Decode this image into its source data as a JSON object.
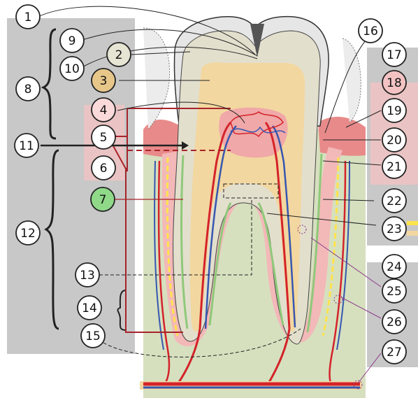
{
  "colors": {
    "panel_gray": "#c8c8c8",
    "bone_green": "#d6e0bf",
    "enamel": "#e7e7e7",
    "dentin": "#e8e4d6",
    "pulp": "#f2d7a0",
    "gum": "#f0a8a8",
    "artery": "#d4232a",
    "vein": "#3657b0",
    "nerve": "#ffe34d",
    "cementum": "#8fc97a",
    "marker_2": "#e6e4d2",
    "marker_3": "#e7c68a",
    "marker_4": "#f9d9d9",
    "marker_7": "#8fd989",
    "marker_18": "#f3c3c3"
  },
  "callouts": [
    {
      "id": "c1",
      "label": "1"
    },
    {
      "id": "c2",
      "label": "2"
    },
    {
      "id": "c3",
      "label": "3"
    },
    {
      "id": "c4",
      "label": "4"
    },
    {
      "id": "c5",
      "label": "5"
    },
    {
      "id": "c6",
      "label": "6"
    },
    {
      "id": "c7",
      "label": "7"
    },
    {
      "id": "c8",
      "label": "8"
    },
    {
      "id": "c9",
      "label": "9"
    },
    {
      "id": "c10",
      "label": "10"
    },
    {
      "id": "c11",
      "label": "11"
    },
    {
      "id": "c12",
      "label": "12"
    },
    {
      "id": "c13",
      "label": "13"
    },
    {
      "id": "c14",
      "label": "14"
    },
    {
      "id": "c15",
      "label": "15"
    },
    {
      "id": "c16",
      "label": "16"
    },
    {
      "id": "c17",
      "label": "17"
    },
    {
      "id": "c18",
      "label": "18"
    },
    {
      "id": "c19",
      "label": "19"
    },
    {
      "id": "c20",
      "label": "20"
    },
    {
      "id": "c21",
      "label": "21"
    },
    {
      "id": "c22",
      "label": "22"
    },
    {
      "id": "c23",
      "label": "23"
    },
    {
      "id": "c24",
      "label": "24"
    },
    {
      "id": "c25",
      "label": "25"
    },
    {
      "id": "c26",
      "label": "26"
    },
    {
      "id": "c27",
      "label": "27"
    }
  ]
}
